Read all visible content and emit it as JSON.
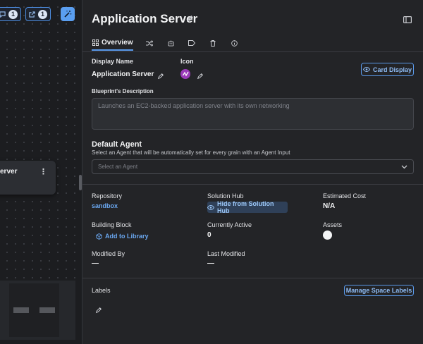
{
  "canvas": {
    "toolbar": {
      "comments_count": "1",
      "shares_count": "1"
    },
    "node": {
      "title": "erver"
    }
  },
  "panel": {
    "title": "Application Server",
    "tabs": [
      {
        "label": "Overview",
        "icon": "grid-icon",
        "active": true
      },
      {
        "label": "",
        "icon": "shuffle-icon"
      },
      {
        "label": "",
        "icon": "robot-icon"
      },
      {
        "label": "",
        "icon": "tag-icon"
      },
      {
        "label": "",
        "icon": "trash-icon"
      },
      {
        "label": "",
        "icon": "info-icon"
      }
    ],
    "display_name_label": "Display Name",
    "display_name_value": "Application Server",
    "icon_label": "Icon",
    "card_display_label": "Card Display",
    "description_label": "Blueprint's Description",
    "description_value": "Launches an EC2-backed application server with its own networking",
    "default_agent": {
      "title": "Default Agent",
      "subtitle": "Select an Agent that will be automatically set for every grain with an Agent Input",
      "placeholder": "Select an Agent"
    },
    "meta": {
      "repository_label": "Repository",
      "repository_value": "sandbox",
      "solution_hub_label": "Solution Hub",
      "solution_hub_button": "Hide from Solution Hub",
      "estimated_cost_label": "Estimated Cost",
      "estimated_cost_value": "N/A",
      "building_block_label": "Building Block",
      "add_to_library_label": "Add to Library",
      "currently_active_label": "Currently Active",
      "currently_active_value": "0",
      "assets_label": "Assets",
      "modified_by_label": "Modified By",
      "modified_by_value": "—",
      "last_modified_label": "Last Modified",
      "last_modified_value": "—"
    },
    "labels": {
      "title": "Labels",
      "manage_button": "Manage Space Labels"
    }
  },
  "colors": {
    "accent": "#5b9bec",
    "panel_bg": "#232427",
    "icon_purple": "#9a3bb8"
  }
}
